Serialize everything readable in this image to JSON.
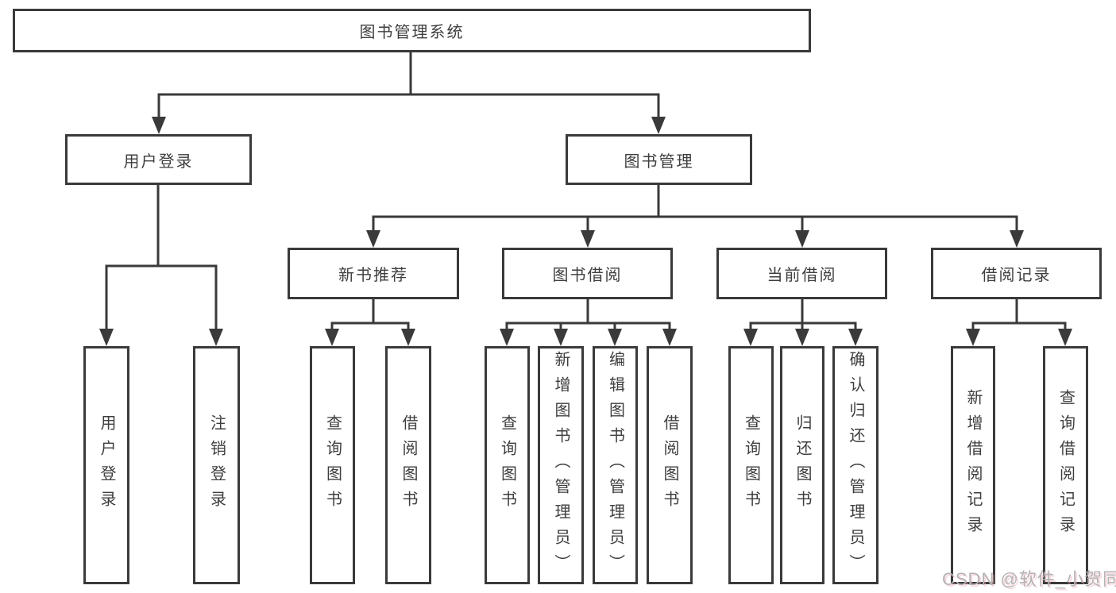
{
  "diagram": {
    "tree": {
      "label": "图书管理系统",
      "children": [
        {
          "label": "用户登录",
          "children": [
            {
              "label": "用户登录"
            },
            {
              "label": "注销登录"
            }
          ]
        },
        {
          "label": "图书管理",
          "children": [
            {
              "label": "新书推荐",
              "children": [
                {
                  "label": "查询图书"
                },
                {
                  "label": "借阅图书"
                }
              ]
            },
            {
              "label": "图书借阅",
              "children": [
                {
                  "label": "查询图书"
                },
                {
                  "label": "新增图书（管理员）"
                },
                {
                  "label": "编辑图书（管理员）"
                },
                {
                  "label": "借阅图书"
                }
              ]
            },
            {
              "label": "当前借阅",
              "children": [
                {
                  "label": "查询图书"
                },
                {
                  "label": "归还图书"
                },
                {
                  "label": "确认归还（管理员）"
                }
              ]
            },
            {
              "label": "借阅记录",
              "children": [
                {
                  "label": "新增借阅记录"
                },
                {
                  "label": "查询借阅记录"
                }
              ]
            }
          ]
        }
      ]
    },
    "watermark": "CSDN @软件_小贺同学",
    "colors": {
      "line": "#3a3a3a",
      "text": "#3e3e3e",
      "watermark": "#b4b4b4",
      "background": "#ffffff"
    }
  }
}
